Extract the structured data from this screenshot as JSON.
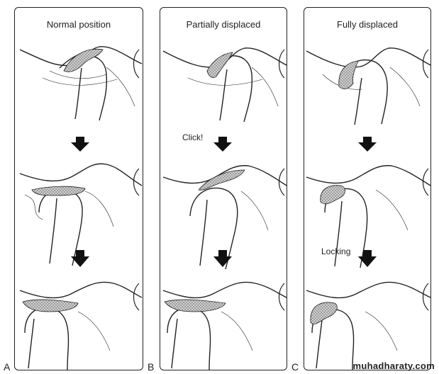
{
  "panels": [
    {
      "title": "Normal position",
      "letter": "A"
    },
    {
      "title": "Partially displaced",
      "letter": "B"
    },
    {
      "title": "Fully displaced",
      "letter": "C"
    }
  ],
  "annotations": {
    "click": "Click!",
    "locking": "Locking"
  },
  "watermark": "muhadharaty.com"
}
